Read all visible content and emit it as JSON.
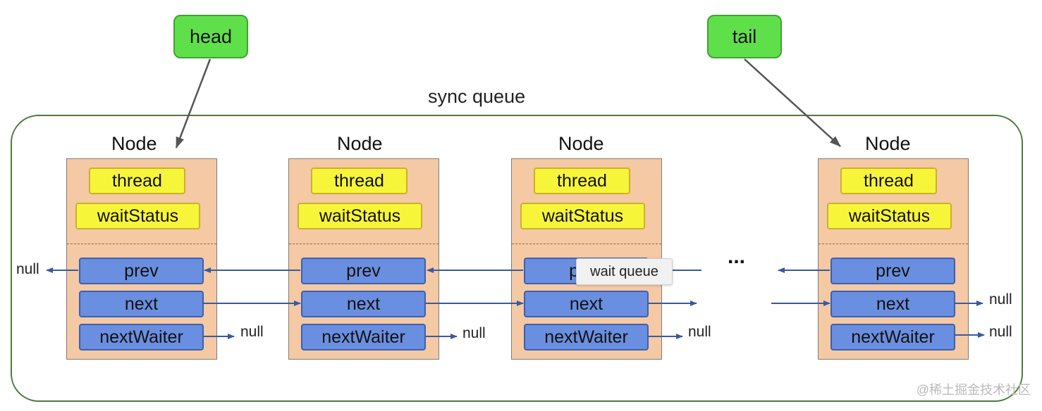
{
  "pointers": {
    "head": "head",
    "tail": "tail"
  },
  "queue_title": "sync queue",
  "nodes": [
    {
      "label": "Node",
      "thread": "thread",
      "waitStatus": "waitStatus",
      "prev": "prev",
      "next": "next",
      "nextWaiter": "nextWaiter"
    },
    {
      "label": "Node",
      "thread": "thread",
      "waitStatus": "waitStatus",
      "prev": "prev",
      "next": "next",
      "nextWaiter": "nextWaiter"
    },
    {
      "label": "Node",
      "thread": "thread",
      "waitStatus": "waitStatus",
      "prev": "prev",
      "next": "next",
      "nextWaiter": "nextWaiter"
    },
    {
      "label": "Node",
      "thread": "thread",
      "waitStatus": "waitStatus",
      "prev": "prev",
      "next": "next",
      "nextWaiter": "nextWaiter"
    }
  ],
  "null_label": "null",
  "ellipsis": "...",
  "tooltip": "wait queue",
  "credit": "@稀土掘金技术社区",
  "colors": {
    "pointer_fill": "#5fe04a",
    "node_fill": "#f4c9a4",
    "field_yellow": "#f7f53a",
    "field_blue": "#6a8fe0",
    "arrow_blue": "#3a5a9e",
    "queue_border": "#4d7a3e"
  }
}
